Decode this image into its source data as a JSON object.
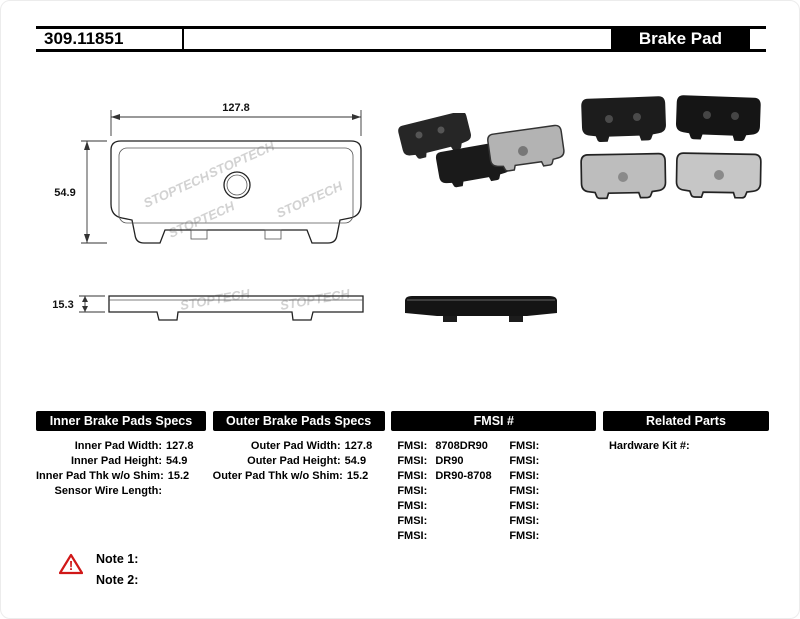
{
  "header": {
    "part_number": "309.11851",
    "product_name": "Brake Pad"
  },
  "drawing": {
    "watermark": "STOPTECH",
    "front": {
      "width_dim": "127.8",
      "height_dim": "54.9"
    },
    "side": {
      "thickness_dim": "15.3"
    }
  },
  "tables": {
    "inner": {
      "title": "Inner Brake Pads Specs",
      "rows": [
        {
          "label": "Inner Pad Width:",
          "value": "127.8"
        },
        {
          "label": "Inner Pad Height:",
          "value": "54.9"
        },
        {
          "label": "Inner Pad Thk w/o Shim:",
          "value": "15.2"
        },
        {
          "label": "Sensor Wire Length:",
          "value": ""
        }
      ]
    },
    "outer": {
      "title": "Outer Brake Pads Specs",
      "rows": [
        {
          "label": "Outer Pad Width:",
          "value": "127.8"
        },
        {
          "label": "Outer Pad Height:",
          "value": "54.9"
        },
        {
          "label": "Outer Pad Thk w/o Shim:",
          "value": "15.2"
        }
      ]
    },
    "fmsi": {
      "title": "FMSI #",
      "rows": [
        {
          "label_left": "FMSI:",
          "value_left": "8708DR90",
          "label_right": "FMSI:",
          "value_right": ""
        },
        {
          "label_left": "FMSI:",
          "value_left": "DR90",
          "label_right": "FMSI:",
          "value_right": ""
        },
        {
          "label_left": "FMSI:",
          "value_left": "DR90-8708",
          "label_right": "FMSI:",
          "value_right": ""
        },
        {
          "label_left": "FMSI:",
          "value_left": "",
          "label_right": "FMSI:",
          "value_right": ""
        },
        {
          "label_left": "FMSI:",
          "value_left": "",
          "label_right": "FMSI:",
          "value_right": ""
        },
        {
          "label_left": "FMSI:",
          "value_left": "",
          "label_right": "FMSI:",
          "value_right": ""
        },
        {
          "label_left": "FMSI:",
          "value_left": "",
          "label_right": "FMSI:",
          "value_right": ""
        }
      ]
    },
    "related": {
      "title": "Related Parts",
      "rows": [
        {
          "label": "Hardware Kit #:",
          "value": ""
        }
      ]
    }
  },
  "notes": {
    "items": [
      {
        "label": "Note 1:"
      },
      {
        "label": "Note 2:"
      }
    ]
  }
}
